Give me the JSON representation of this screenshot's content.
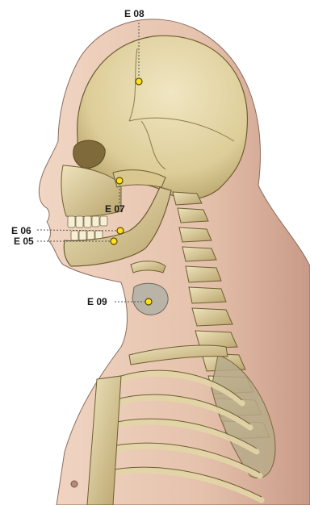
{
  "figure": {
    "colors": {
      "skin": "#e9c9b4",
      "skin_shade": "#c99f8c",
      "bone": "#e7dbb0",
      "bone_shade": "#b9a774",
      "point": "#ffe11a"
    }
  },
  "points": [
    {
      "id": "e08",
      "label": "E 08"
    },
    {
      "id": "e07",
      "label": "E 07"
    },
    {
      "id": "e06",
      "label": "E 06"
    },
    {
      "id": "e05",
      "label": "E 05"
    },
    {
      "id": "e09",
      "label": "E 09"
    }
  ]
}
